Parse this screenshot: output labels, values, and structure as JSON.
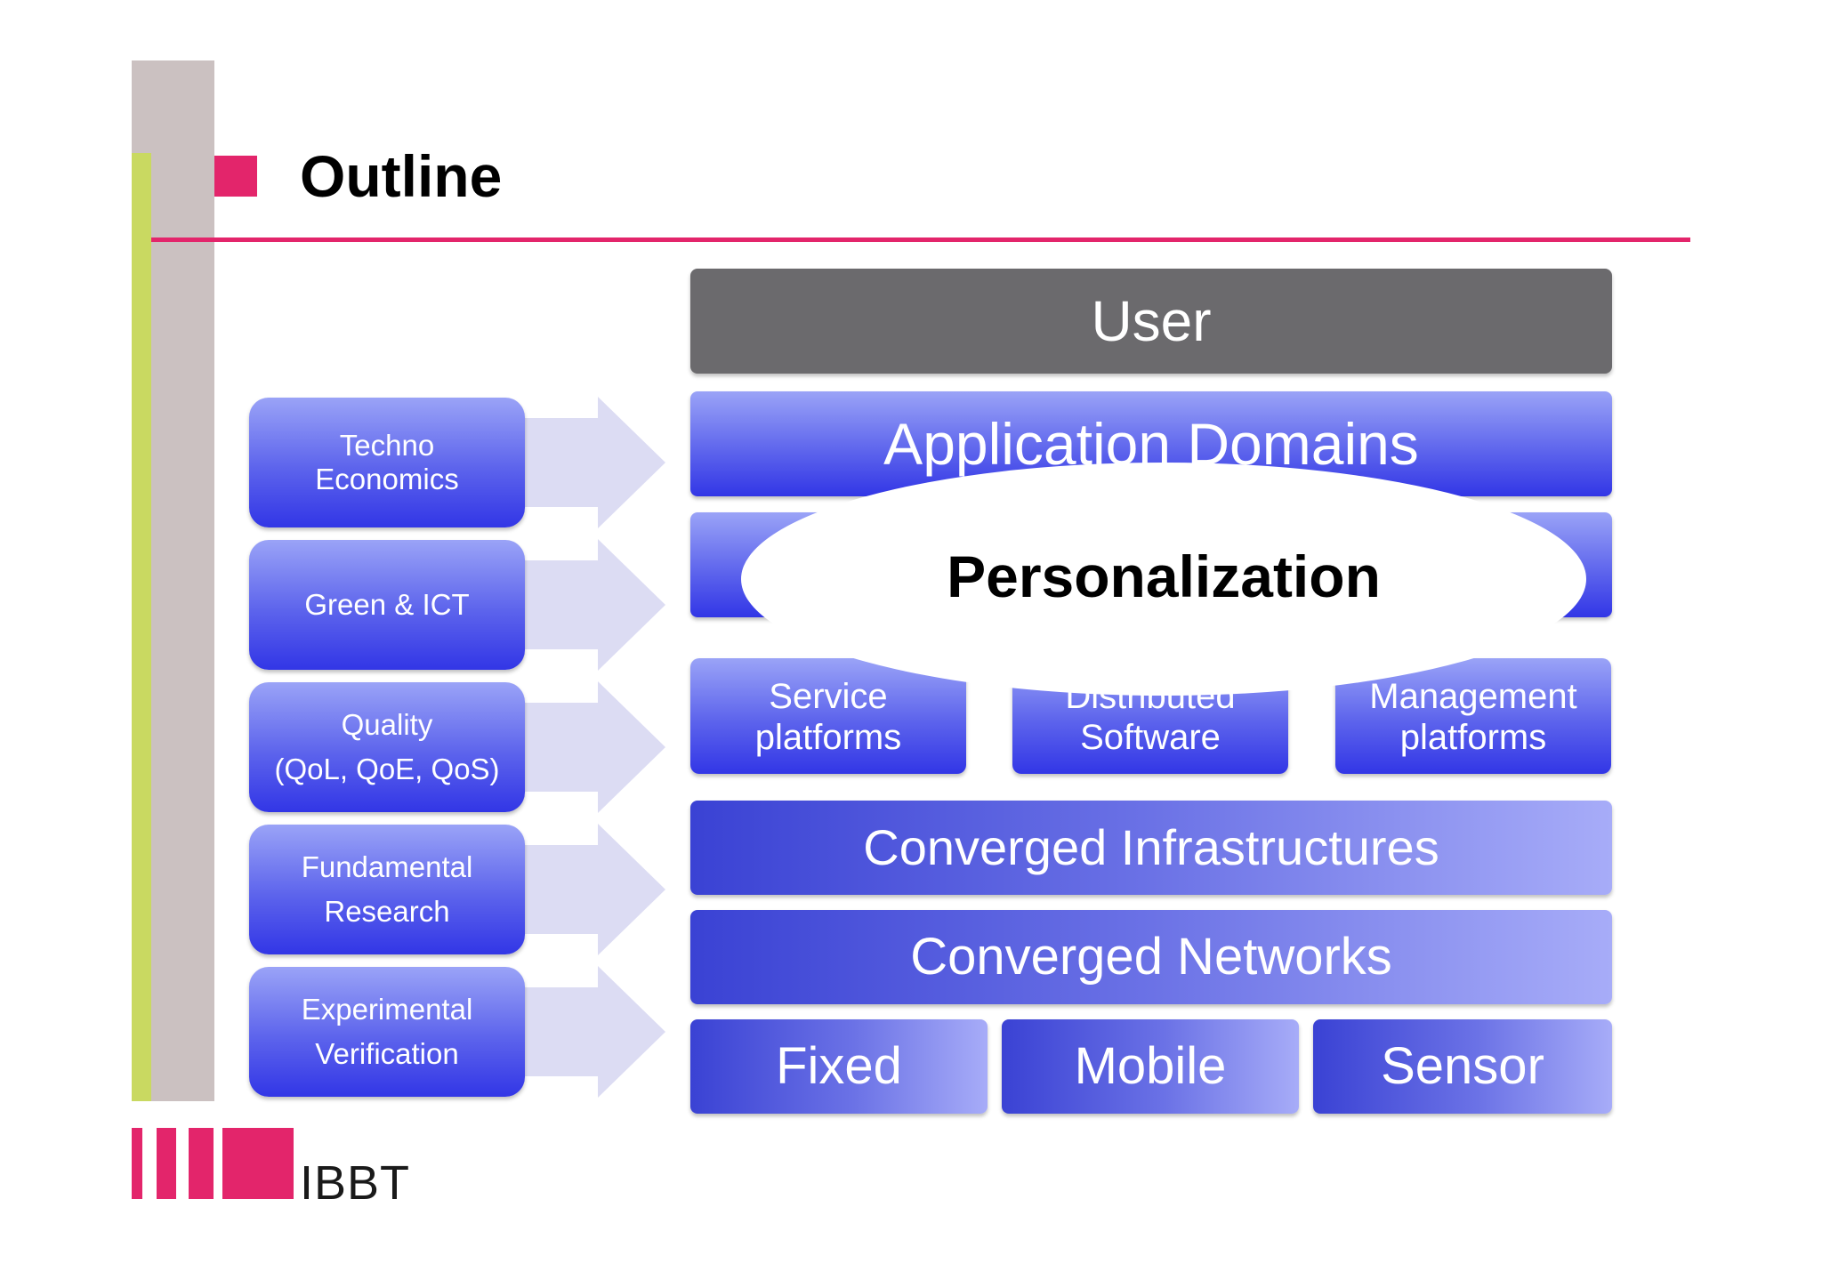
{
  "slide": {
    "title": "Outline"
  },
  "left_boxes": [
    {
      "line1": "Techno",
      "line2": "Economics"
    },
    {
      "line1": "Green & ICT",
      "line2": ""
    },
    {
      "line1": "Quality",
      "line2": "(QoL, QoE, QoS)"
    },
    {
      "line1": "Fundamental",
      "line2": "Research"
    },
    {
      "line1": "Experimental",
      "line2": "Verification"
    }
  ],
  "layers": {
    "user": "User",
    "application_domains": "Application Domains",
    "personalization": "Personalization",
    "service_platforms": {
      "line1": "Service",
      "line2": "platforms"
    },
    "distributed_software": {
      "line1": "Distributed",
      "line2": "Software"
    },
    "management_platforms": {
      "line1": "Management",
      "line2": "platforms"
    },
    "converged_infrastructures": "Converged Infrastructures",
    "converged_networks": "Converged Networks",
    "fixed": "Fixed",
    "mobile": "Mobile",
    "sensor": "Sensor"
  },
  "logo": {
    "text": "IBBT"
  },
  "colors": {
    "accent_pink": "#e3256b",
    "side_green": "#c9d961",
    "side_gray": "#cbc1c1",
    "user_gray": "#6b6a6d",
    "block_blue": "#3236e6"
  }
}
